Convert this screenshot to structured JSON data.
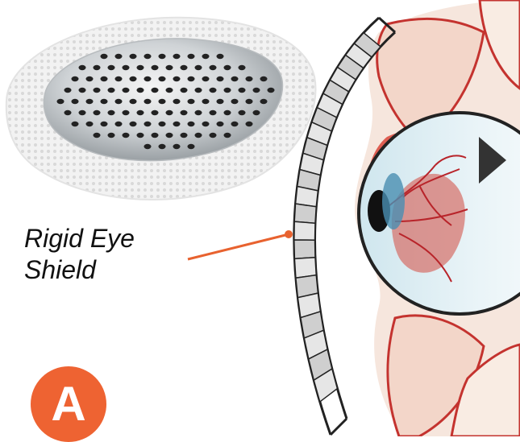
{
  "label": {
    "line1": "Rigid Eye",
    "line2": "Shield"
  },
  "badge": {
    "letter": "A"
  },
  "colors": {
    "accent": "#ee6332",
    "leader_line": "#e8622f",
    "play_arrow": "#333333"
  },
  "icons": {
    "arrow": "play-triangle-icon"
  }
}
